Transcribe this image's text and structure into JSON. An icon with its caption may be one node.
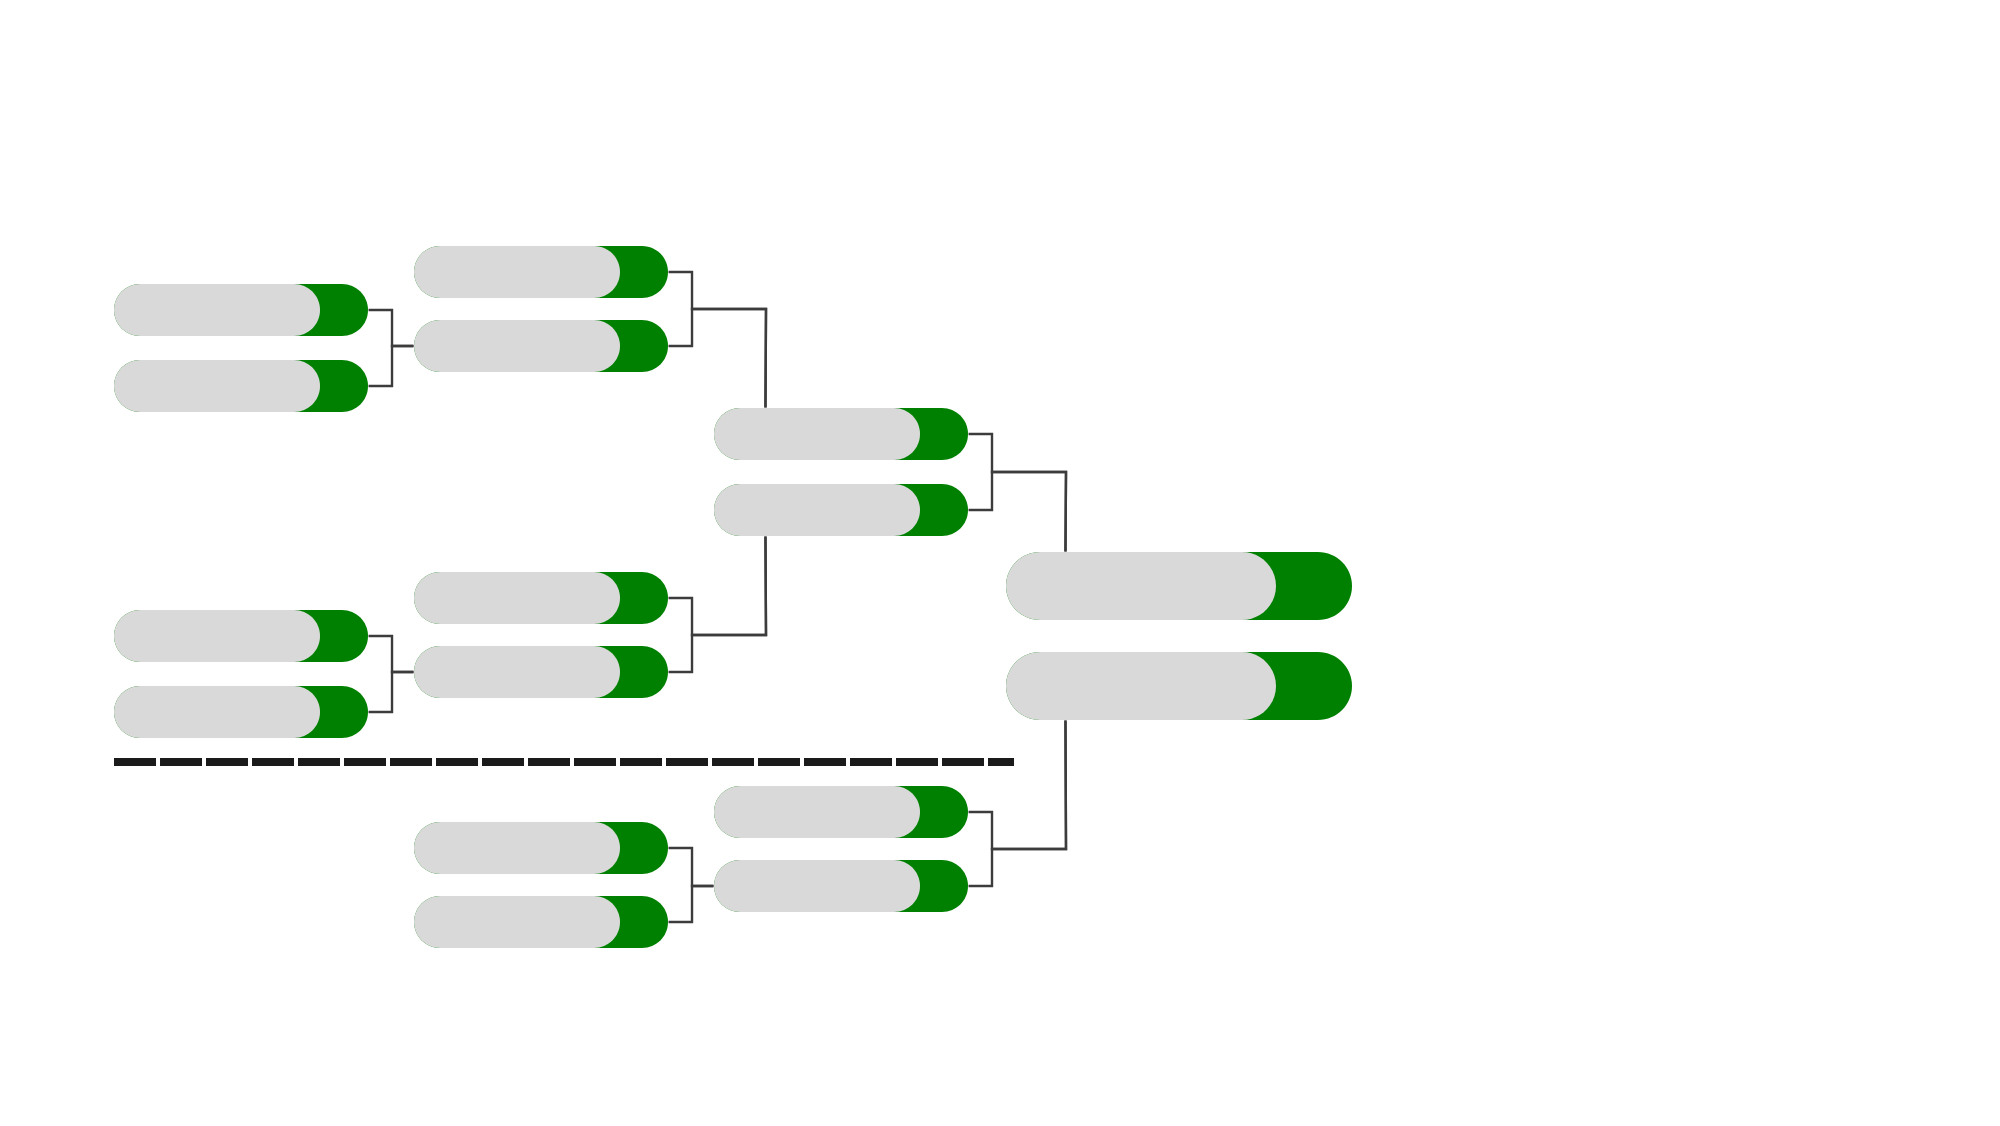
{
  "diagram": {
    "nodes": [
      {
        "text": [],
        "shape": "bar"
      },
      {
        "text": [],
        "shape": "bar"
      },
      {
        "text": [],
        "shape": "bar"
      },
      {
        "text": [],
        "shape": "bar"
      },
      {
        "text": [],
        "shape": "bar"
      },
      {
        "text": [],
        "shape": "bar"
      },
      {
        "text": [],
        "shape": "bar"
      },
      {
        "text": [],
        "shape": "bar"
      },
      {
        "text": [],
        "shape": "bar"
      },
      {
        "text": [],
        "shape": "bar"
      },
      {
        "text": [],
        "shape": "bar"
      },
      {
        "text": [],
        "shape": "bar"
      },
      {
        "text": [],
        "shape": "bar"
      },
      {
        "text": [],
        "shape": "bar"
      },
      {
        "text": [],
        "shape": "bar"
      },
      {
        "text": [],
        "shape": "bar"
      }
    ],
    "edges": [
      {
        "from": 0,
        "to": 5,
        "arrow": "none"
      },
      {
        "from": 1,
        "to": 5,
        "arrow": "none"
      },
      {
        "from": 2,
        "to": 7,
        "arrow": "none"
      },
      {
        "from": 3,
        "to": 7,
        "arrow": "none"
      },
      {
        "from": 4,
        "to": 10,
        "arrow": "none"
      },
      {
        "from": 5,
        "to": 10,
        "arrow": "none"
      },
      {
        "from": 6,
        "to": 11,
        "arrow": "none"
      },
      {
        "from": 7,
        "to": 11,
        "arrow": "none"
      },
      {
        "from": 8,
        "to": 13,
        "arrow": "none"
      },
      {
        "from": 9,
        "to": 13,
        "arrow": "none"
      },
      {
        "from": 10,
        "to": 14,
        "arrow": "none"
      },
      {
        "from": 11,
        "to": 14,
        "arrow": "none"
      },
      {
        "from": 12,
        "to": 15,
        "arrow": "none"
      },
      {
        "from": 13,
        "to": 15,
        "arrow": "none"
      }
    ]
  }
}
